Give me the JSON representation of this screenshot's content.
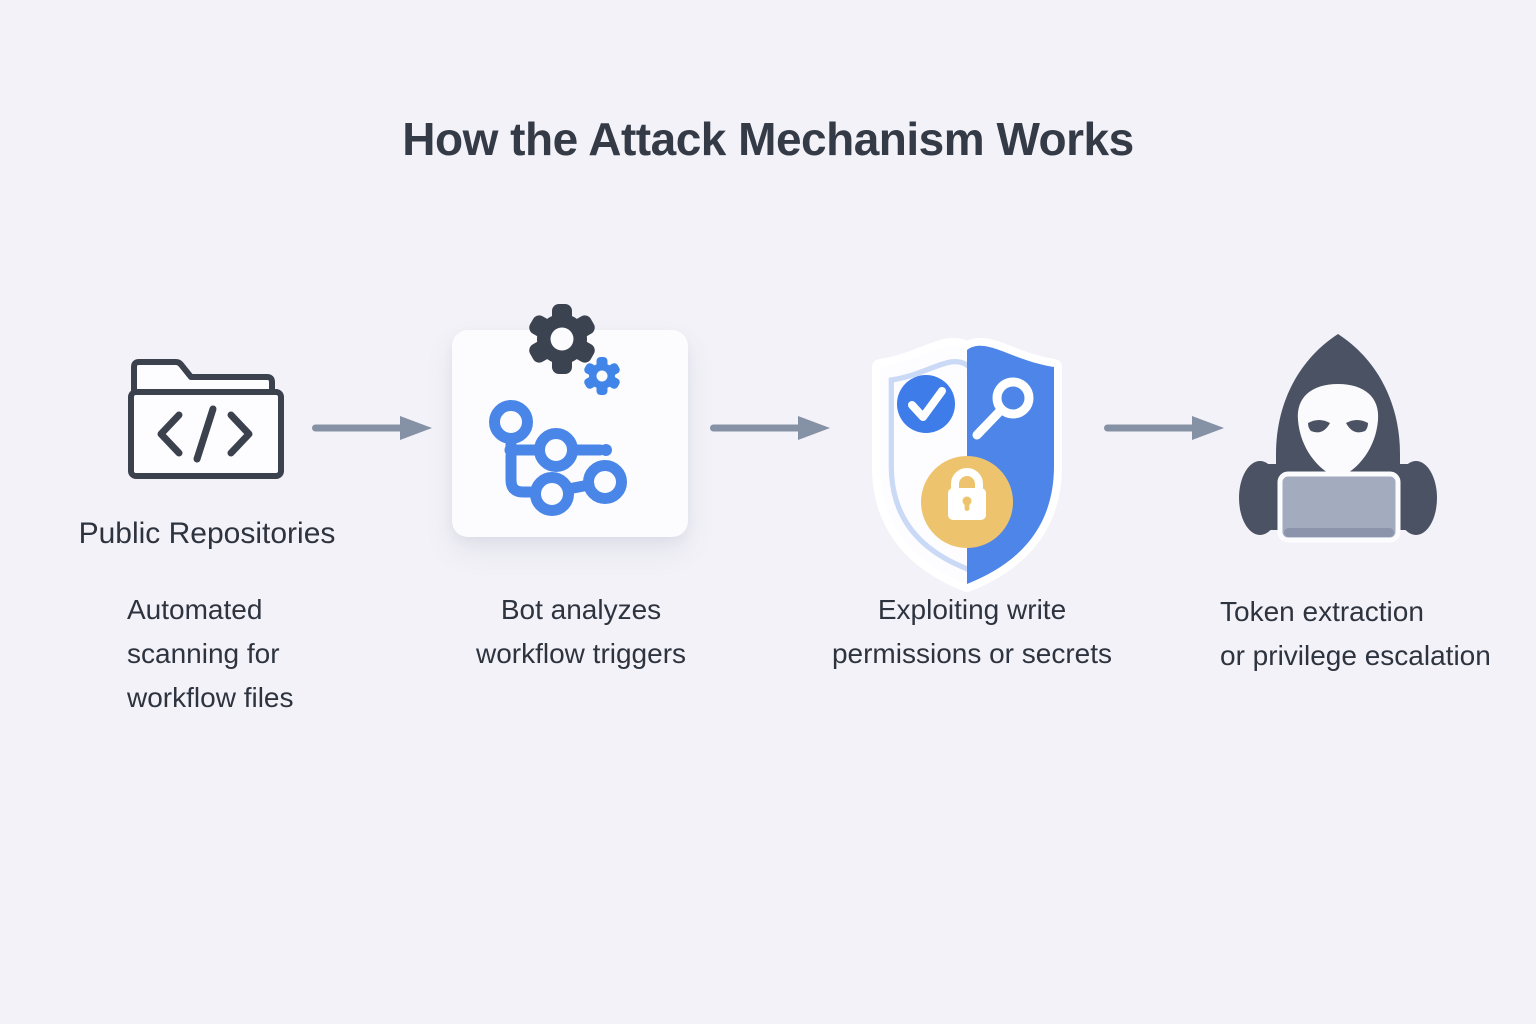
{
  "title": "How the Attack Mechanism Works",
  "colors": {
    "background": "#f3f2f8",
    "text_dark": "#343b47",
    "icon_outline": "#3b414d",
    "accent_blue": "#4a86e8",
    "check_blue": "#3d7ce9",
    "lock_yellow": "#edc46d",
    "arrow_gray": "#8591a4",
    "hacker_slate": "#4a5264",
    "laptop_gray": "#a3abbf"
  },
  "steps": [
    {
      "icon": "code-folder-icon",
      "label": "Public Repositories",
      "caption": "Automated\nscanning for\nworkflow files"
    },
    {
      "icon": "workflow-automation-icon",
      "caption": "Bot analyzes\nworkflow triggers"
    },
    {
      "icon": "security-shield-icon",
      "caption": "Exploiting write\npermissions or secrets"
    },
    {
      "icon": "hacker-laptop-icon",
      "caption": "Token extraction\nor privilege escalation"
    }
  ],
  "arrows": [
    "right-arrow",
    "right-arrow",
    "right-arrow"
  ]
}
